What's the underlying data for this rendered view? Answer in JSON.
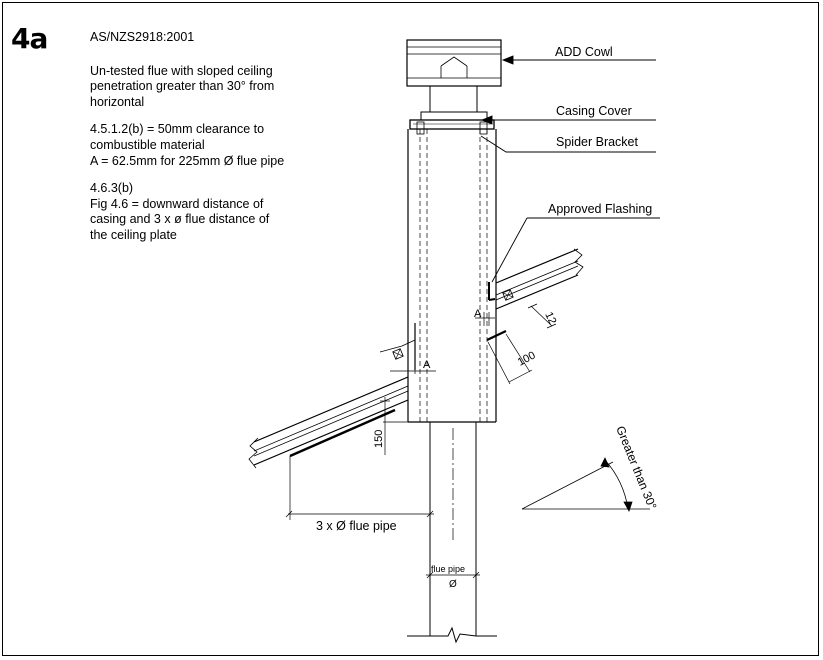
{
  "figure": {
    "number": "4a"
  },
  "notes": {
    "standard": "AS/NZS2918:2001",
    "line1": "Un-tested flue with sloped ceiling",
    "line2": "penetration greater than 30° from",
    "line3": "horizontal",
    "clearance1": "4.5.1.2(b) = 50mm clearance to",
    "clearance2": "combustible material",
    "clearance3": "A = 62.5mm for 225mm Ø flue pipe",
    "ref1": "4.6.3(b)",
    "ref2": "Fig 4.6 = downward distance of",
    "ref3": "casing and 3 x ø flue distance of",
    "ref4": "the ceiling plate"
  },
  "labels": {
    "cowl": "ADD Cowl",
    "casing_cover": "Casing Cover",
    "spider_bracket": "Spider Bracket",
    "flashing": "Approved Flashing"
  },
  "dimensions": {
    "a_left": "A",
    "a_right": "A",
    "d12": "12",
    "d100": "100",
    "d150": "150",
    "three_x": "3 x Ø flue pipe",
    "flue_pipe": "flue pipe",
    "phi": "Ø"
  },
  "angle": {
    "label": "Greater than 30°"
  }
}
